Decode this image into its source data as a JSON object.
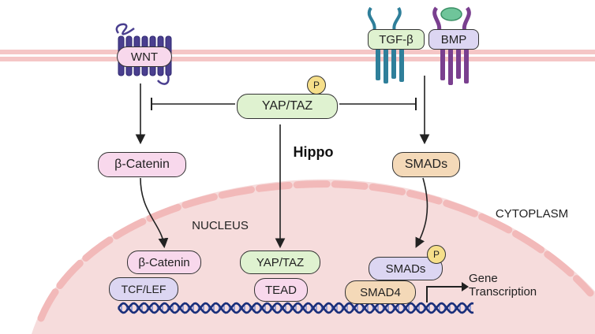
{
  "nodes": {
    "wnt": "WNT",
    "tgfb": "TGF-β",
    "bmp": "BMP",
    "yaptaz_top": "YAP/TAZ",
    "p_top": "P",
    "hippo": "Hippo",
    "beta_catenin_top": "β-Catenin",
    "smads_top": "SMADs",
    "nucleus": "NUCLEUS",
    "cytoplasm": "CYTOPLASM",
    "beta_catenin_nuc": "β-Catenin",
    "tcf_lef": "TCF/LEF",
    "yaptaz_nuc": "YAP/TAZ",
    "tead": "TEAD",
    "smads_nuc": "SMADs",
    "p_nuc": "P",
    "smad4": "SMAD4",
    "gene_transcription": "Gene\nTranscription"
  },
  "colors": {
    "membrane": "#f5c6c6",
    "nucleus_fill": "#f6dcdc",
    "nucleus_dash": "#f2b9b9",
    "wnt_receptor": "#4a3f8f",
    "tgf_receptor": "#2f7f9a",
    "bmp_receptor": "#7a3f8f",
    "pink_node": "#f8d8ec",
    "green_node": "#dff2d0",
    "tan_node": "#f4d9b8",
    "lavender_node": "#dcd6f2",
    "phospho": "#f6df8a",
    "dna_dark": "#1a2f7a",
    "dna_light": "#6f86d6"
  }
}
